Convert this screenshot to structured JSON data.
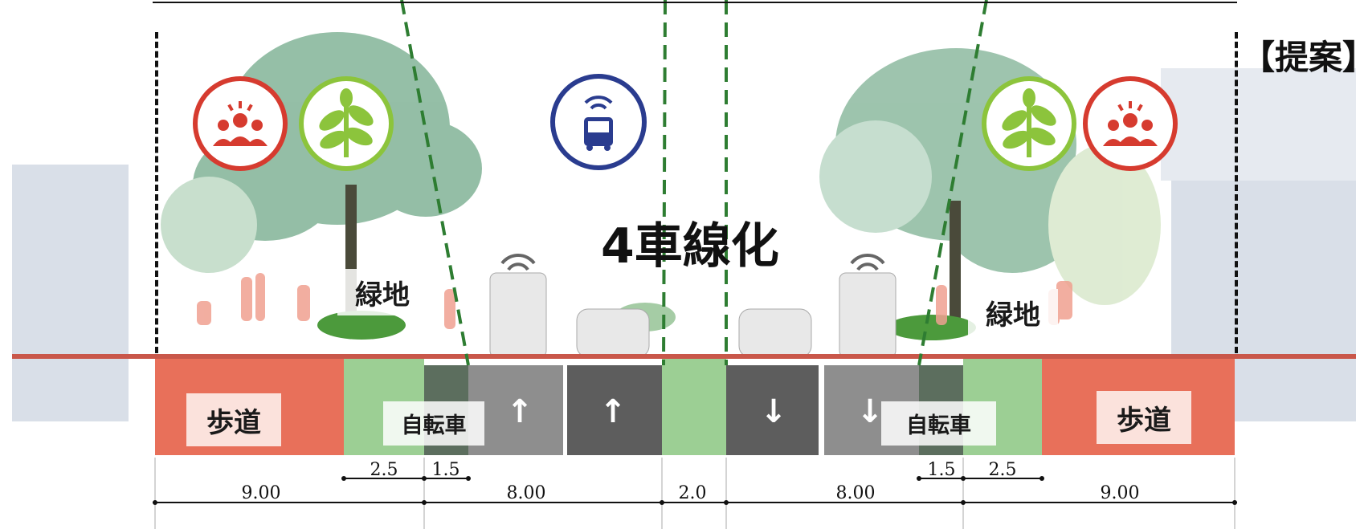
{
  "title_partial": "【提案】",
  "center_label": "4車線化",
  "labels": {
    "greenspace_left": "緑地",
    "greenspace_right": "緑地",
    "sidewalk_left": "歩道",
    "sidewalk_right": "歩道",
    "bike_left": "自転車",
    "bike_right": "自転車"
  },
  "dimensions": {
    "left_sidewalk": "9.00",
    "left_lanes": "8.00",
    "median": "2.0",
    "right_lanes": "8.00",
    "right_sidewalk": "9.00",
    "left_green": "2.5",
    "left_bike": "1.5",
    "right_bike": "1.5",
    "right_green": "2.5"
  },
  "icons": [
    "people-icon",
    "leaf-icon",
    "autonomous-bus-icon",
    "leaf-icon",
    "people-icon"
  ],
  "colors": {
    "sidewalk": "#e8705a",
    "road": "#8a8a8a",
    "green_zone": "#9ccf94",
    "icon_red": "#d63b2f",
    "icon_green": "#8cc43c",
    "icon_blue": "#2a3c8f",
    "dashed_green": "#2e7d32"
  }
}
